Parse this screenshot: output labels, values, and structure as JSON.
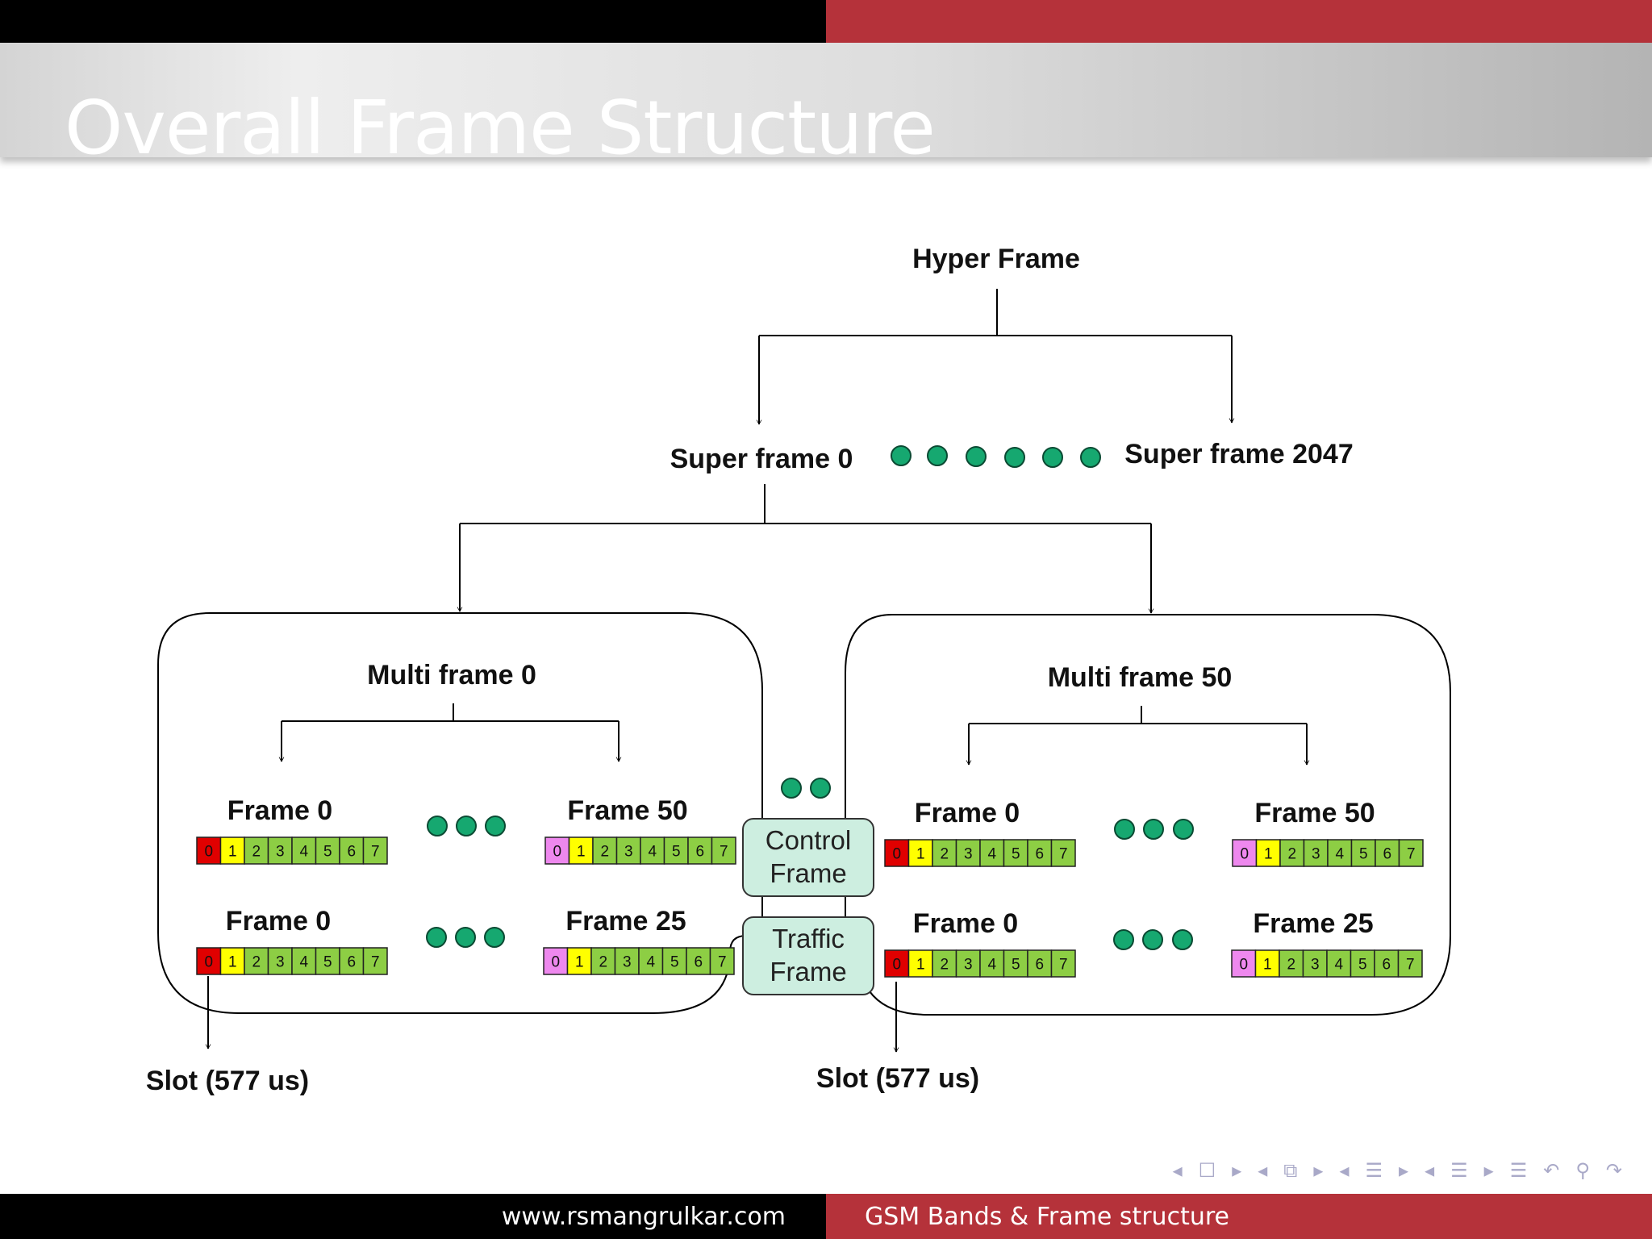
{
  "slide": {
    "title": "Overall Frame Structure"
  },
  "diagram": {
    "hyper": "Hyper Frame",
    "super_first": "Super frame 0",
    "super_last": "Super frame 2047",
    "multi_left": "Multi frame 0",
    "multi_right": "Multi frame 50",
    "left": {
      "row1_a": "Frame 0",
      "row1_b": "Frame 50",
      "row2_a": "Frame 0",
      "row2_b": "Frame 25",
      "slot": "Slot (577 us)"
    },
    "right": {
      "row1_a": "Frame 0",
      "row1_b": "Frame 50",
      "row2_a": "Frame 0",
      "row2_b": "Frame 25",
      "slot": "Slot (577 us)"
    },
    "control_box": [
      "Control",
      "Frame"
    ],
    "traffic_box": [
      "Traffic",
      "Frame"
    ],
    "slot_digits": [
      "0",
      "1",
      "2",
      "3",
      "4",
      "5",
      "6",
      "7"
    ],
    "colors": {
      "red_slot": "#e00000",
      "yellow_slot": "#ffff00",
      "green_slot": "#8dce44",
      "pink_slot": "#ee88ee",
      "dot": "#16a870",
      "box_fill": "#cdeee0"
    }
  },
  "footer": {
    "left": "www.rsmangrulkar.com",
    "right": "GSM Bands & Frame structure"
  },
  "nav": {
    "icons": [
      "nav-left-icon",
      "frame-icon",
      "nav-right-icon",
      "nav-left-icon",
      "stack-icon",
      "nav-right-icon",
      "nav-left-icon",
      "section-icon",
      "nav-right-icon",
      "nav-left-icon",
      "subsection-icon",
      "nav-right-icon",
      "align-icon",
      "undo-icon",
      "search-icon",
      "redo-icon"
    ],
    "glyphs": [
      "◂",
      "☐",
      "▸",
      "◂",
      "⧉",
      "▸",
      "◂",
      "☰",
      "▸",
      "◂",
      "☰",
      "▸",
      "☰",
      "↶",
      "⚲",
      "↷"
    ]
  }
}
